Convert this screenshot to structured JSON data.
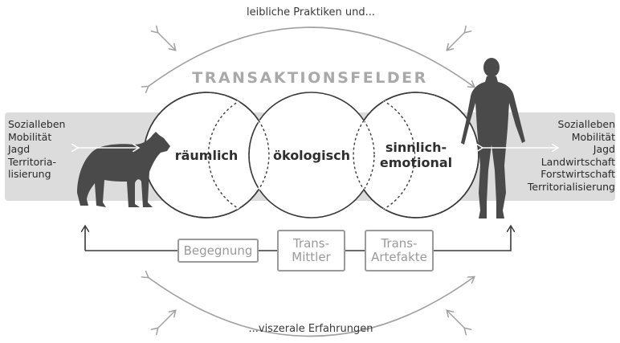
{
  "title": "TRANSAKTIONSFELDER",
  "top_arc_label": "leibliche Praktiken und...",
  "bottom_arc_label": "...viszerale Erfahrungen",
  "circles": [
    {
      "line1": "räumlich",
      "line2": ""
    },
    {
      "line1": "ökologisch",
      "line2": ""
    },
    {
      "line1": "sinnlich-",
      "line2": "emotional"
    }
  ],
  "left_list": [
    "Sozialleben",
    "Mobilität",
    "Jagd",
    "Territoria-",
    "lisierung"
  ],
  "right_list": [
    "Sozialleben",
    "Mobilität",
    "Jagd",
    "Landwirtschaft",
    "Forstwirtschaft",
    "Territorialisierung"
  ],
  "boxes": [
    {
      "line1": "Begegnung",
      "line2": ""
    },
    {
      "line1": "Trans-",
      "line2": "Mittler"
    },
    {
      "line1": "Trans-",
      "line2": "Artefakte"
    }
  ],
  "icons": {
    "left_figure": "wolf-icon",
    "right_figure": "human-figure-icon"
  },
  "colors": {
    "band": "#dcdcdc",
    "title": "#a9a9a9",
    "box_border": "#9a9a9a",
    "figure": "#4a4a4a"
  }
}
